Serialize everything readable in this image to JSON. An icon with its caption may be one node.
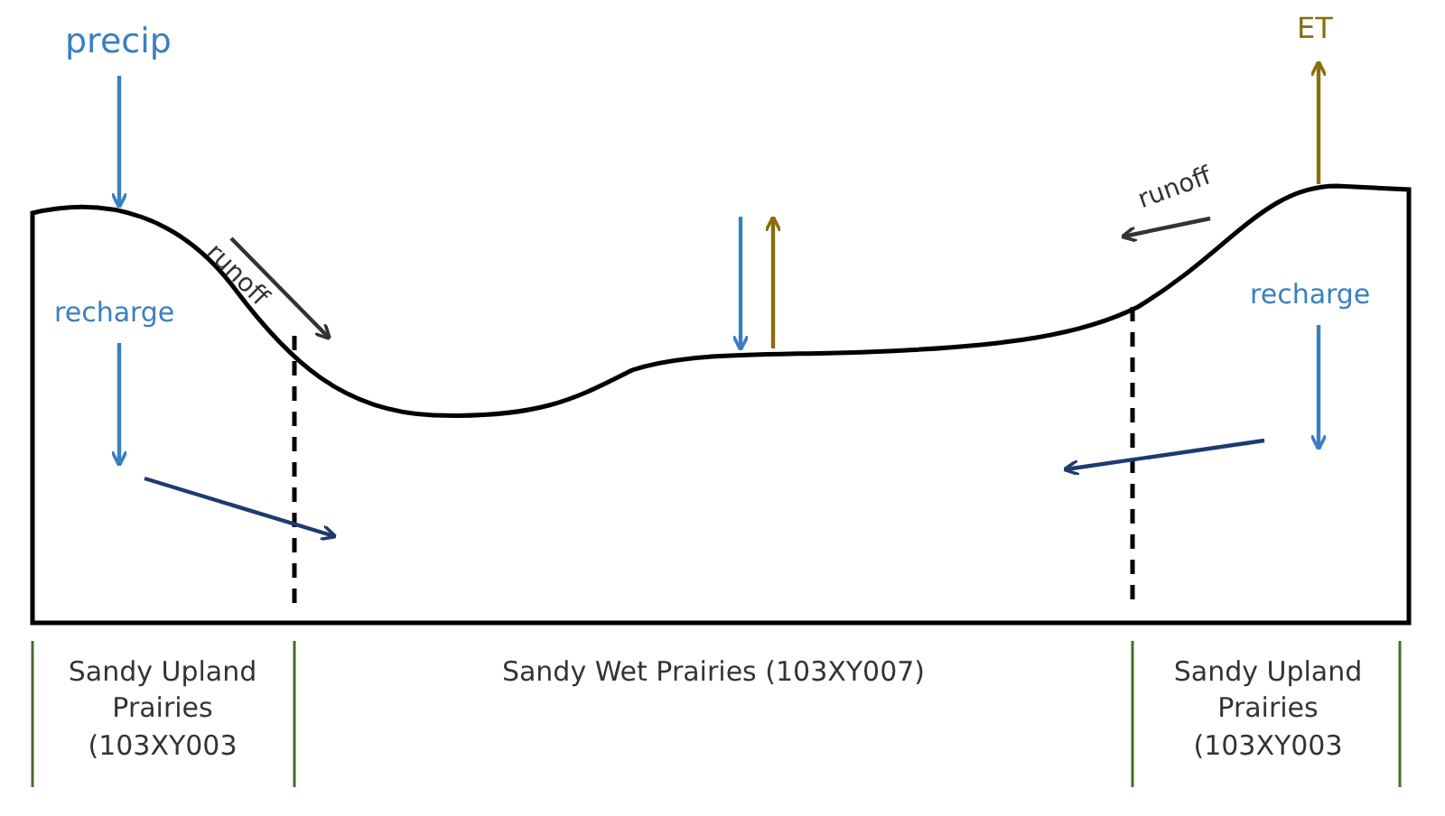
{
  "diagram": {
    "labels": [
      "ET",
      "precip",
      "runoff",
      "runoff",
      "recharge",
      "recharge",
      "Sandy Upland Prairies (103XY003",
      "Sandy Wet Prairies (103XY007)",
      "Sandy Upland Prairies (103XY003"
    ]
  }
}
